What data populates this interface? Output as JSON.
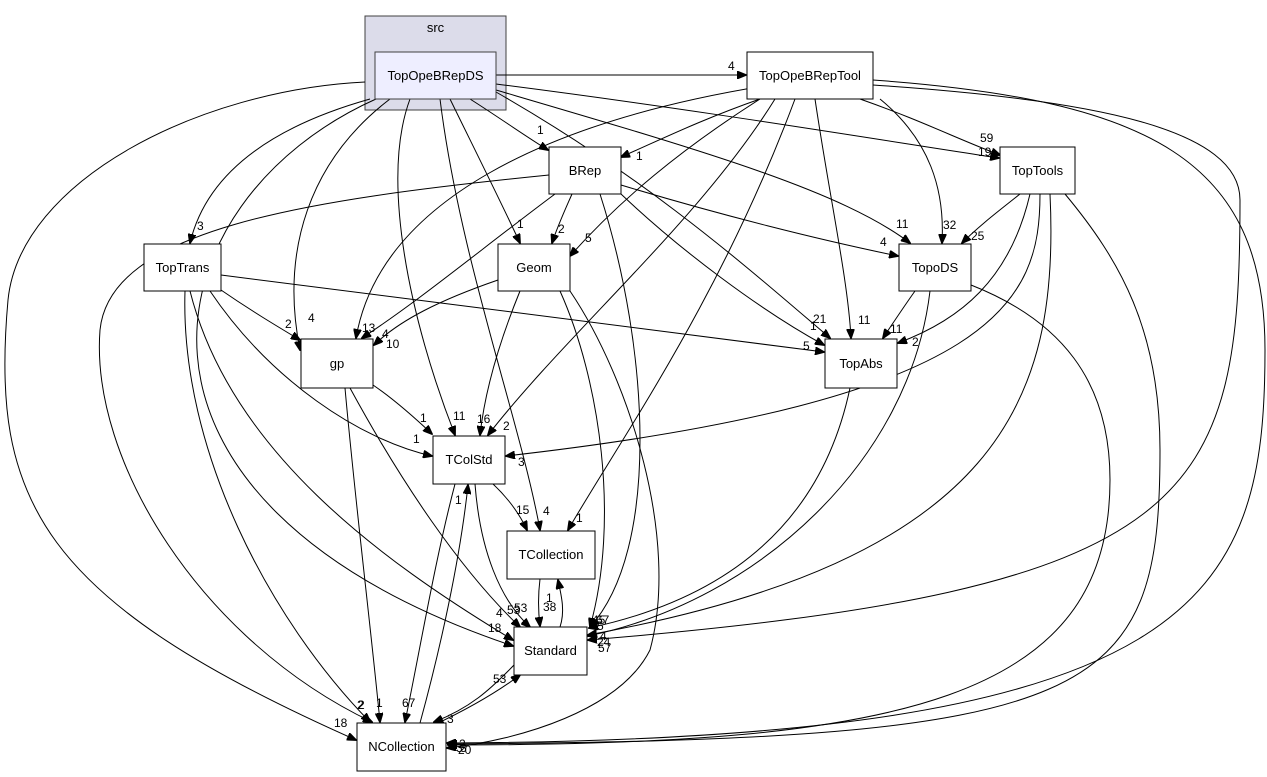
{
  "cluster": {
    "label": "src"
  },
  "nodes": {
    "TopOpeBRepDS": "TopOpeBRepDS",
    "TopOpeBRepTool": "TopOpeBRepTool",
    "BRep": "BRep",
    "TopTools": "TopTools",
    "TopTrans": "TopTrans",
    "Geom": "Geom",
    "TopoDS": "TopoDS",
    "gp": "gp",
    "TopAbs": "TopAbs",
    "TColStd": "TColStd",
    "TCollection": "TCollection",
    "Standard": "Standard",
    "NCollection": "NCollection"
  },
  "edges": [
    {
      "from": "TopOpeBRepDS",
      "to": "TopOpeBRepTool",
      "label": "4"
    },
    {
      "from": "TopOpeBRepDS",
      "to": "BRep",
      "label": "1"
    },
    {
      "from": "TopOpeBRepDS",
      "to": "TopTools",
      "label": "19"
    },
    {
      "from": "TopOpeBRepDS",
      "to": "TopTrans",
      "label": "3"
    },
    {
      "from": "TopOpeBRepDS",
      "to": "Geom",
      "label": "1"
    },
    {
      "from": "TopOpeBRepDS",
      "to": "TopoDS",
      "label": "11"
    },
    {
      "from": "TopOpeBRepDS",
      "to": "gp",
      "label": "4"
    },
    {
      "from": "TopOpeBRepDS",
      "to": "TopAbs",
      "label": "21"
    },
    {
      "from": "TopOpeBRepDS",
      "to": "TColStd",
      "label": "11"
    },
    {
      "from": "TopOpeBRepDS",
      "to": "TCollection",
      "label": "4"
    },
    {
      "from": "TopOpeBRepDS",
      "to": "Standard",
      "label": "4"
    },
    {
      "from": "TopOpeBRepDS",
      "to": "NCollection",
      "label": "18"
    },
    {
      "from": "TopOpeBRepTool",
      "to": "BRep",
      "label": "1"
    },
    {
      "from": "TopOpeBRepTool",
      "to": "TopTools",
      "label": "59"
    },
    {
      "from": "TopOpeBRepTool",
      "to": "Geom",
      "label": "5"
    },
    {
      "from": "TopOpeBRepTool",
      "to": "TopoDS",
      "label": "32"
    },
    {
      "from": "TopOpeBRepTool",
      "to": "gp",
      "label": "13"
    },
    {
      "from": "TopOpeBRepTool",
      "to": "TopAbs",
      "label": "11"
    },
    {
      "from": "TopOpeBRepTool",
      "to": "TColStd",
      "label": "2"
    },
    {
      "from": "TopOpeBRepTool",
      "to": "TCollection",
      "label": "1"
    },
    {
      "from": "TopOpeBRepTool",
      "to": "Standard",
      "label": "4"
    },
    {
      "from": "TopOpeBRepTool",
      "to": "NCollection",
      "label": "20"
    },
    {
      "from": "BRep",
      "to": "Geom",
      "label": "2"
    },
    {
      "from": "BRep",
      "to": "TopoDS",
      "label": "4"
    },
    {
      "from": "BRep",
      "to": "gp",
      "label": "4"
    },
    {
      "from": "BRep",
      "to": "TopAbs",
      "label": "1"
    },
    {
      "from": "BRep",
      "to": "Standard",
      "label": "45"
    },
    {
      "from": "BRep",
      "to": "NCollection",
      "label": "2"
    },
    {
      "from": "TopTools",
      "to": "TopoDS",
      "label": "25"
    },
    {
      "from": "TopTools",
      "to": "TopAbs",
      "label": "2"
    },
    {
      "from": "TopTools",
      "to": "TColStd",
      "label": "3"
    },
    {
      "from": "TopTools",
      "to": "Standard",
      "label": "24"
    },
    {
      "from": "TopTools",
      "to": "NCollection",
      "label": "2"
    },
    {
      "from": "TopTrans",
      "to": "gp",
      "label": "2"
    },
    {
      "from": "TopTrans",
      "to": "TopAbs",
      "label": "5"
    },
    {
      "from": "TopTrans",
      "to": "TColStd",
      "label": "1"
    },
    {
      "from": "TopTrans",
      "to": "Standard",
      "label": "18"
    },
    {
      "from": "TopTrans",
      "to": "NCollection",
      "label": "2"
    },
    {
      "from": "Geom",
      "to": "gp",
      "label": "10"
    },
    {
      "from": "Geom",
      "to": "TColStd",
      "label": "16"
    },
    {
      "from": "Geom",
      "to": "Standard",
      "label": "67"
    },
    {
      "from": "Geom",
      "to": "NCollection",
      "label": "3"
    },
    {
      "from": "TopoDS",
      "to": "TopAbs",
      "label": "11"
    },
    {
      "from": "TopoDS",
      "to": "Standard",
      "label": "57"
    },
    {
      "from": "TopoDS",
      "to": "NCollection",
      "label": "3"
    },
    {
      "from": "gp",
      "to": "TColStd",
      "label": "1"
    },
    {
      "from": "gp",
      "to": "Standard",
      "label": "53"
    },
    {
      "from": "gp",
      "to": "NCollection",
      "label": "1"
    },
    {
      "from": "TopAbs",
      "to": "Standard",
      "label": "5"
    },
    {
      "from": "TColStd",
      "to": "TCollection",
      "label": "15"
    },
    {
      "from": "TColStd",
      "to": "Standard",
      "label": "53"
    },
    {
      "from": "TColStd",
      "to": "NCollection",
      "label": "67"
    },
    {
      "from": "TCollection",
      "to": "Standard",
      "label": "38"
    },
    {
      "from": "Standard",
      "to": "TCollection",
      "label": "1"
    },
    {
      "from": "Standard",
      "to": "NCollection",
      "label": "3"
    },
    {
      "from": "NCollection",
      "to": "TColStd",
      "label": "1"
    },
    {
      "from": "NCollection",
      "to": "Standard",
      "label": "53"
    }
  ]
}
